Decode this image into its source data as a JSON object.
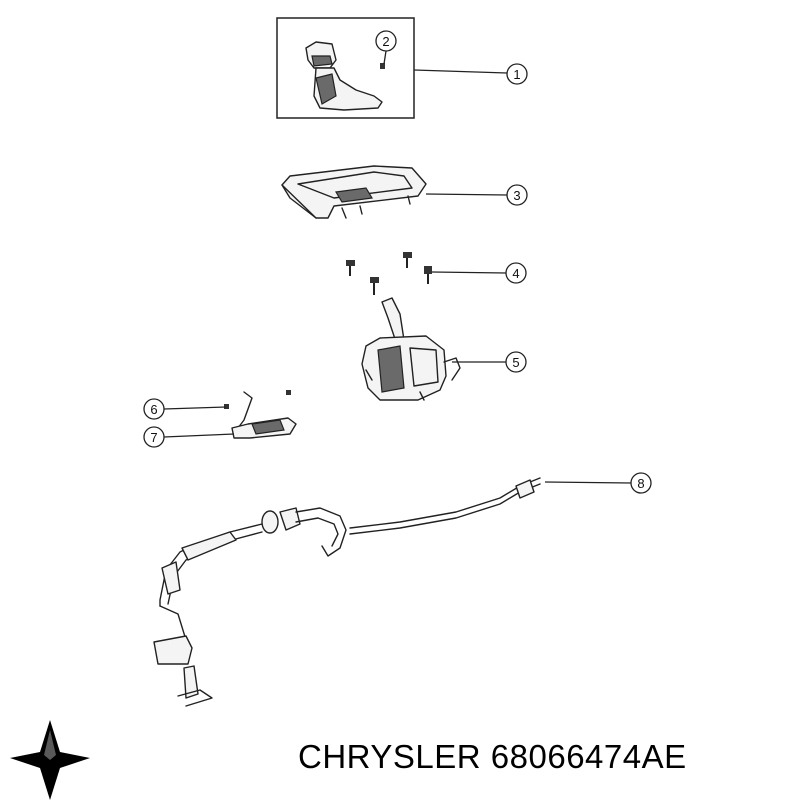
{
  "brand": {
    "name": "CHRYSLER",
    "part_number": "68066474AE",
    "logo_icon": "chrysler-pentastar-icon"
  },
  "callouts": [
    "1",
    "2",
    "3",
    "4",
    "5",
    "6",
    "7",
    "8"
  ],
  "colors": {
    "line": "#222222",
    "background": "#ffffff"
  }
}
